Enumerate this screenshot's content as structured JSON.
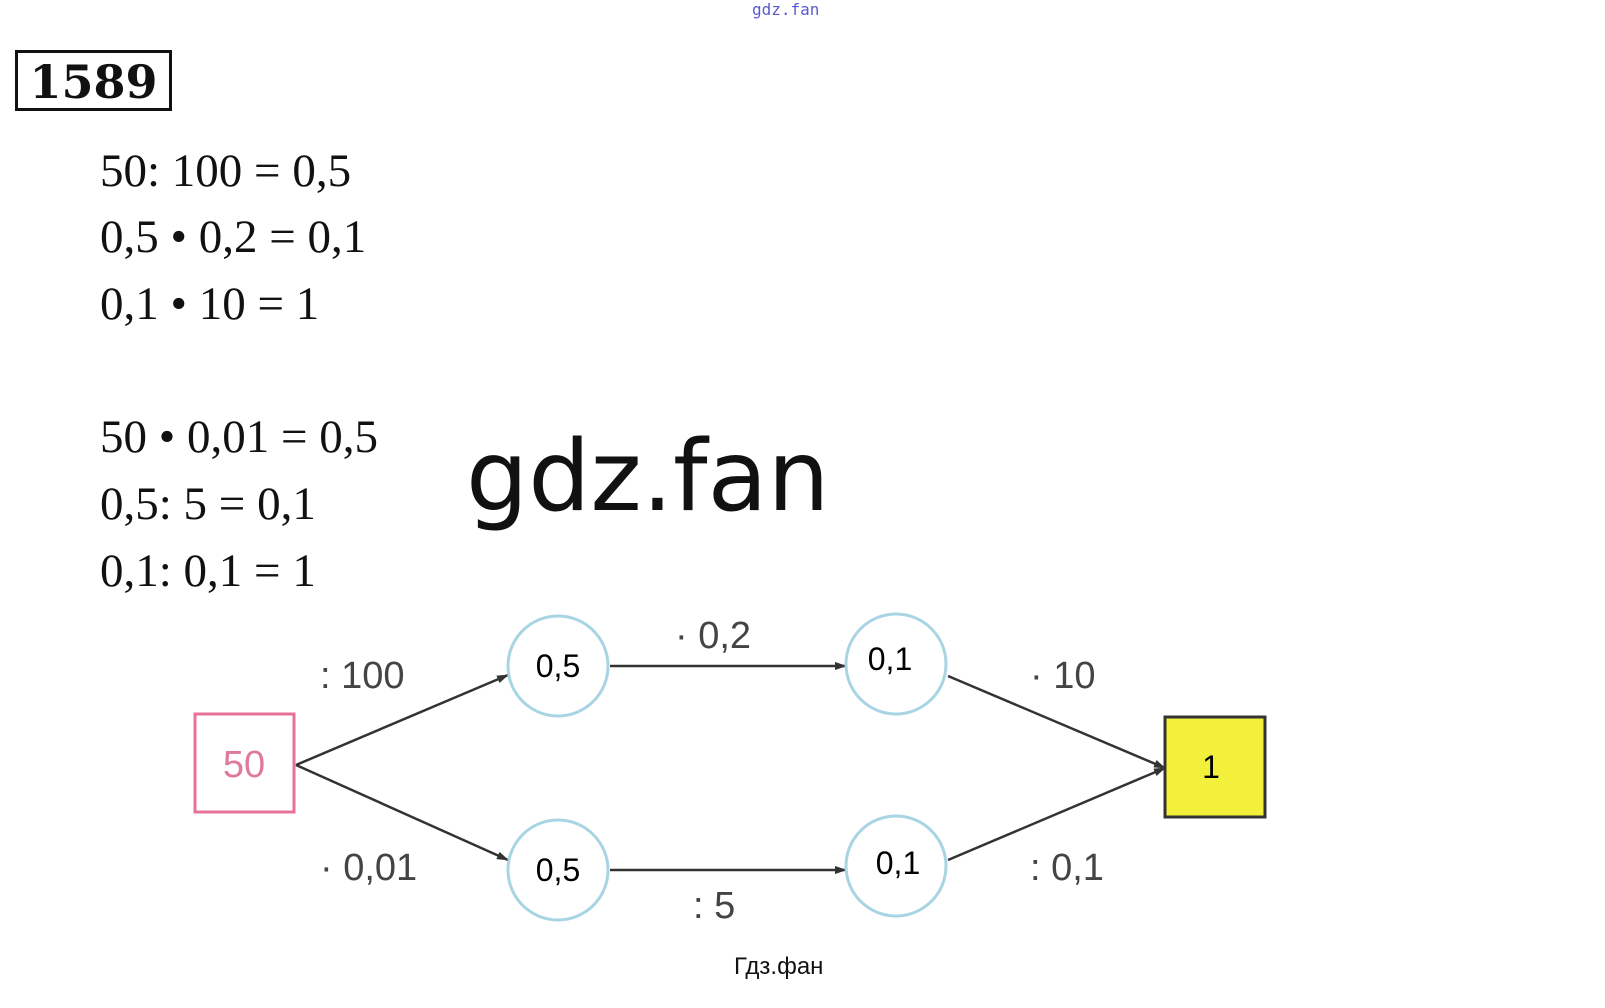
{
  "header_watermark": "gdz.fan",
  "problem_number": "1589",
  "equations_set1": [
    "50: 100 = 0,5",
    "0,5 • 0,2 = 0,1",
    "0,1 • 10 = 1"
  ],
  "equations_set2": [
    "50 • 0,01 = 0,5",
    "0,5: 5 = 0,1",
    "0,1: 0,1 = 1"
  ],
  "watermark": "gdz.fan",
  "diagram": {
    "start": "50",
    "top_nodes": [
      "0,5",
      "0,1"
    ],
    "bottom_nodes": [
      "0,5",
      "0,1"
    ],
    "end": "1",
    "top_ops": [
      ": 100",
      "· 0,2",
      "· 10"
    ],
    "bottom_ops": [
      "· 0,01",
      ": 5",
      ": 0,1"
    ],
    "colors": {
      "start_border": "#e8719a",
      "start_text": "#e07a9c",
      "circle_border": "#a8d4e4",
      "end_fill": "#f2f03a"
    }
  },
  "caption": "Гдз.фан"
}
